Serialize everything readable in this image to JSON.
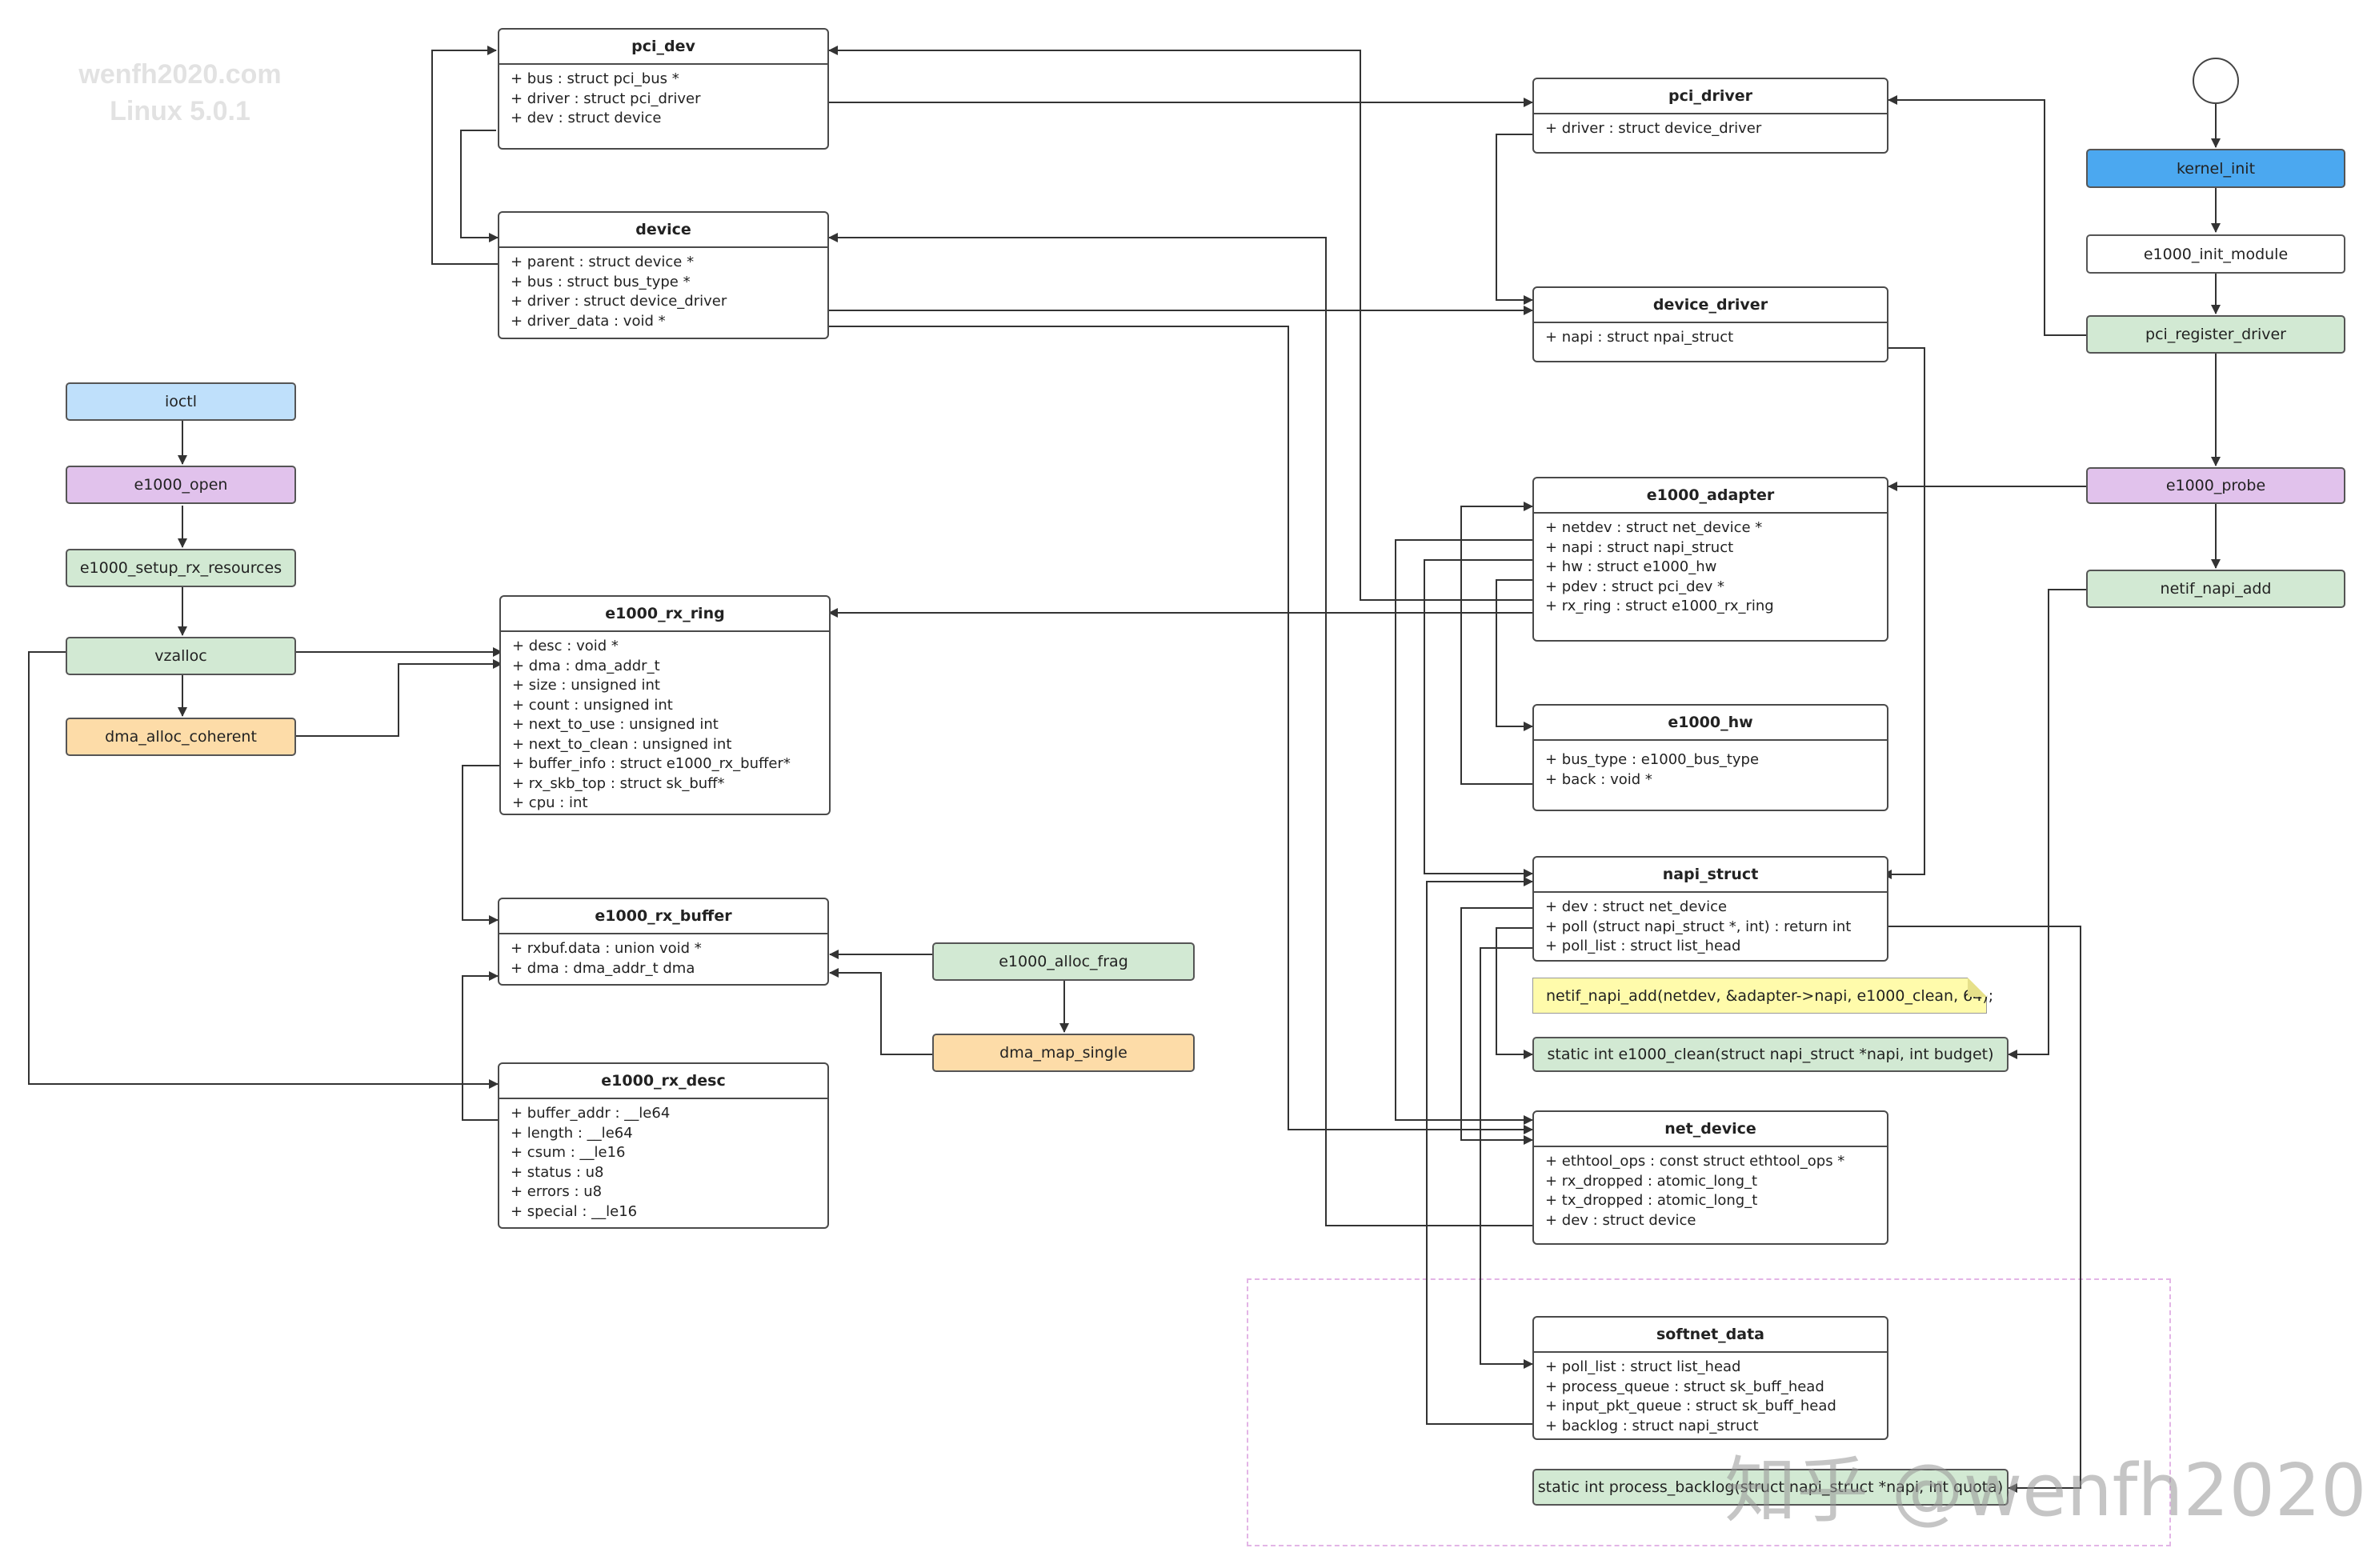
{
  "watermark": {
    "line1": "wenfh2020.com",
    "line2": "Linux 5.0.1"
  },
  "zhihu_watermark": "知乎 @wenfh2020",
  "structs": {
    "pci_dev": {
      "title": "pci_dev",
      "fields": [
        "+ bus : struct pci_bus *",
        "+ driver : struct pci_driver",
        "+ dev : struct device"
      ]
    },
    "device": {
      "title": "device",
      "fields": [
        "+ parent : struct device *",
        "+ bus : struct bus_type *",
        "+ driver : struct device_driver",
        "+ driver_data : void *"
      ]
    },
    "e1000_rx_ring": {
      "title": "e1000_rx_ring",
      "fields": [
        "+ desc : void *",
        "+ dma : dma_addr_t",
        "+ size : unsigned int",
        "+ count : unsigned int",
        "+ next_to_use : unsigned int",
        "+ next_to_clean : unsigned int",
        "+ buffer_info : struct e1000_rx_buffer*",
        "+ rx_skb_top : struct sk_buff*",
        "+ cpu : int"
      ]
    },
    "e1000_rx_buffer": {
      "title": "e1000_rx_buffer",
      "fields": [
        "+ rxbuf.data : union void *",
        "+ dma : dma_addr_t dma"
      ]
    },
    "e1000_rx_desc": {
      "title": "e1000_rx_desc",
      "fields": [
        "+ buffer_addr : __le64",
        "+ length : __le64",
        "+ csum : __le16",
        "+ status : u8",
        "+ errors : u8",
        "+ special : __le16"
      ]
    },
    "pci_driver": {
      "title": "pci_driver",
      "fields": [
        "+ driver : struct device_driver"
      ]
    },
    "device_driver": {
      "title": "device_driver",
      "fields": [
        "+ napi : struct npai_struct"
      ]
    },
    "e1000_adapter": {
      "title": "e1000_adapter",
      "fields": [
        "+ netdev : struct net_device *",
        "+ napi : struct napi_struct",
        "+ hw : struct e1000_hw",
        "+ pdev : struct pci_dev *",
        "+ rx_ring : struct e1000_rx_ring"
      ]
    },
    "e1000_hw": {
      "title": "e1000_hw",
      "fields": [
        "+ bus_type : e1000_bus_type",
        "+ back : void *"
      ]
    },
    "napi_struct": {
      "title": "napi_struct",
      "fields": [
        "+ dev : struct net_device",
        "+ poll (struct napi_struct *, int) : return int",
        "+ poll_list : struct list_head"
      ]
    },
    "net_device": {
      "title": "net_device",
      "fields": [
        "+ ethtool_ops : const struct ethtool_ops *",
        "+ rx_dropped : atomic_long_t",
        "+ tx_dropped : atomic_long_t",
        "+ dev : struct device"
      ]
    },
    "softnet_data": {
      "title": "softnet_data",
      "fields": [
        "+ poll_list : struct list_head",
        "+ process_queue : struct sk_buff_head",
        "+ input_pkt_queue : struct sk_buff_head",
        "+ backlog : struct napi_struct"
      ]
    }
  },
  "functions": {
    "ioctl": "ioctl",
    "e1000_open": "e1000_open",
    "e1000_setup_rx_resources": "e1000_setup_rx_resources",
    "vzalloc": "vzalloc",
    "dma_alloc_coherent": "dma_alloc_coherent",
    "e1000_alloc_frag": "e1000_alloc_frag",
    "dma_map_single": "dma_map_single",
    "kernel_init": "kernel_init",
    "e1000_init_module": "e1000_init_module",
    "pci_register_driver": "pci_register_driver",
    "e1000_probe": "e1000_probe",
    "netif_napi_add": "netif_napi_add",
    "e1000_clean": "static int e1000_clean(struct napi_struct *napi, int budget)",
    "process_backlog": "static int process_backlog(struct napi_struct *napi, int quota)"
  },
  "note": "netif_napi_add(netdev, &adapter->napi, e1000_clean, 64);",
  "colors": {
    "blue": "#bfe0fb",
    "purple": "#e1c2ec",
    "green": "#d2e9d3",
    "orange": "#fddca8",
    "bright_blue": "#4ba8f0",
    "note_yellow": "#fffbab",
    "dashed_border": "#e3b5e6"
  }
}
